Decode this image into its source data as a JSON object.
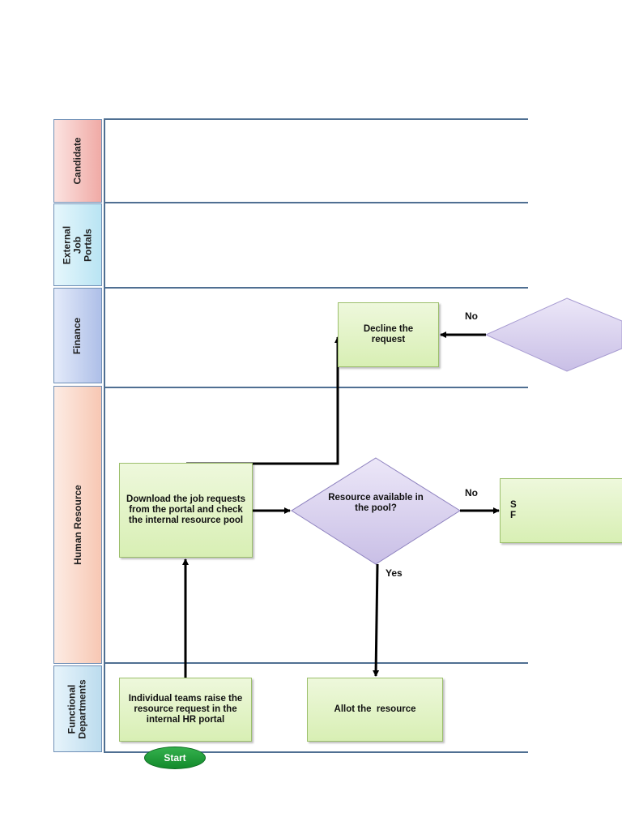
{
  "lanes": {
    "candidate": "Candidate",
    "external_job_portals": "External Job Portals",
    "finance": "Finance",
    "human_resource": "Human Resource",
    "functional_departments": "Functional Departments"
  },
  "nodes": {
    "start": "Start",
    "raise_request": "Individual teams raise the resource request in the internal HR portal",
    "download_requests": "Download the job requests from the portal and check the internal resource pool",
    "resource_decision": "Resource available in the pool?",
    "allot_resource": "Allot the  resource",
    "decline_request": "Decline the request",
    "partial_box": "S\nF"
  },
  "edge_labels": {
    "no_finance": "No",
    "no_hr": "No",
    "yes": "Yes"
  },
  "colors": {
    "candidate_lane": "#f6c9c6",
    "portal_lane": "#cdeef8",
    "finance_lane": "#c9d6f2",
    "hr_lane": "#fbded2",
    "dept_lane": "#d3eaf6",
    "process_fill": "#e3f2c6",
    "decision_fill": "#d9d2ee",
    "start_fill": "#1f9b3a"
  }
}
